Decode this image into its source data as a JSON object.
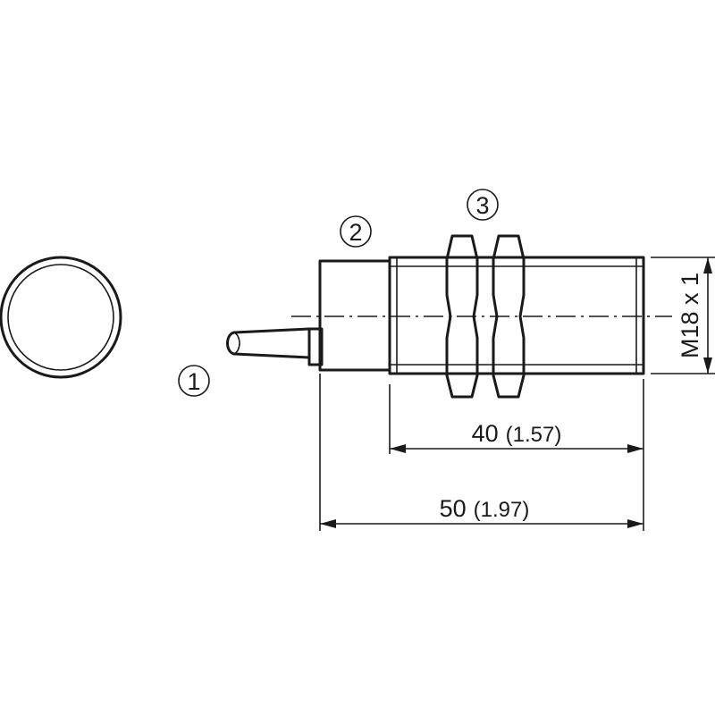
{
  "callouts": {
    "c1": "1",
    "c2": "2",
    "c3": "3"
  },
  "dimensions": {
    "length_40": {
      "value": "40",
      "imperial": "(1.57)"
    },
    "length_50": {
      "value": "50",
      "imperial": "(1.97)"
    },
    "thread": "M18 x 1"
  }
}
